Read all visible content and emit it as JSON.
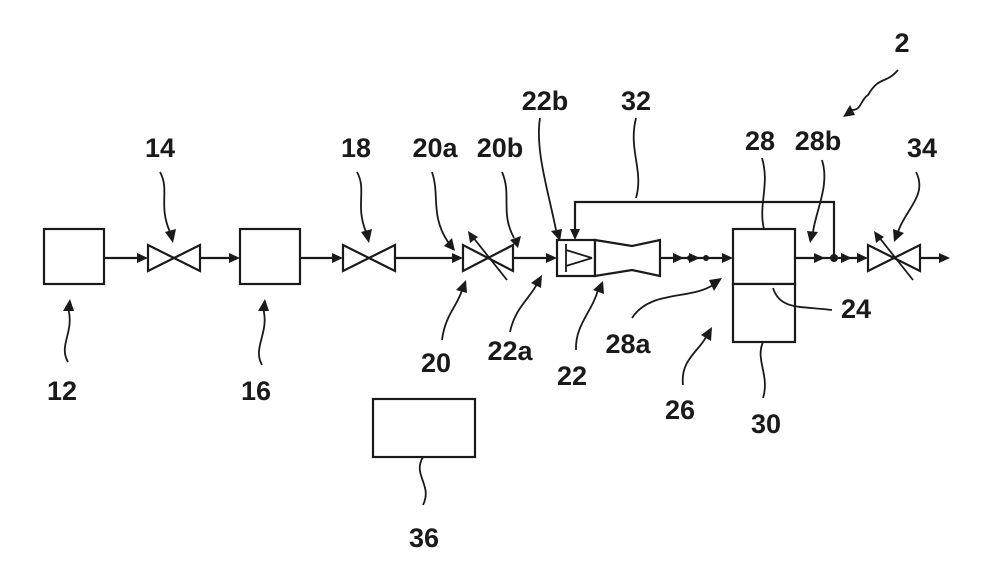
{
  "labels": {
    "system": "2",
    "source": "12",
    "valve_14": "14",
    "component_16": "16",
    "valve_18": "18",
    "valve_20": "20",
    "valve_20_inlet": "20a",
    "valve_20_outlet": "20b",
    "ejector": "22",
    "ejector_inlet": "22a",
    "ejector_nozzle": "22b",
    "component_24": "24",
    "line_26": "26",
    "component_28": "28",
    "component_28_inlet": "28a",
    "component_28_outlet": "28b",
    "component_30": "30",
    "recirculation_line": "32",
    "valve_34": "34",
    "component_36": "36"
  }
}
